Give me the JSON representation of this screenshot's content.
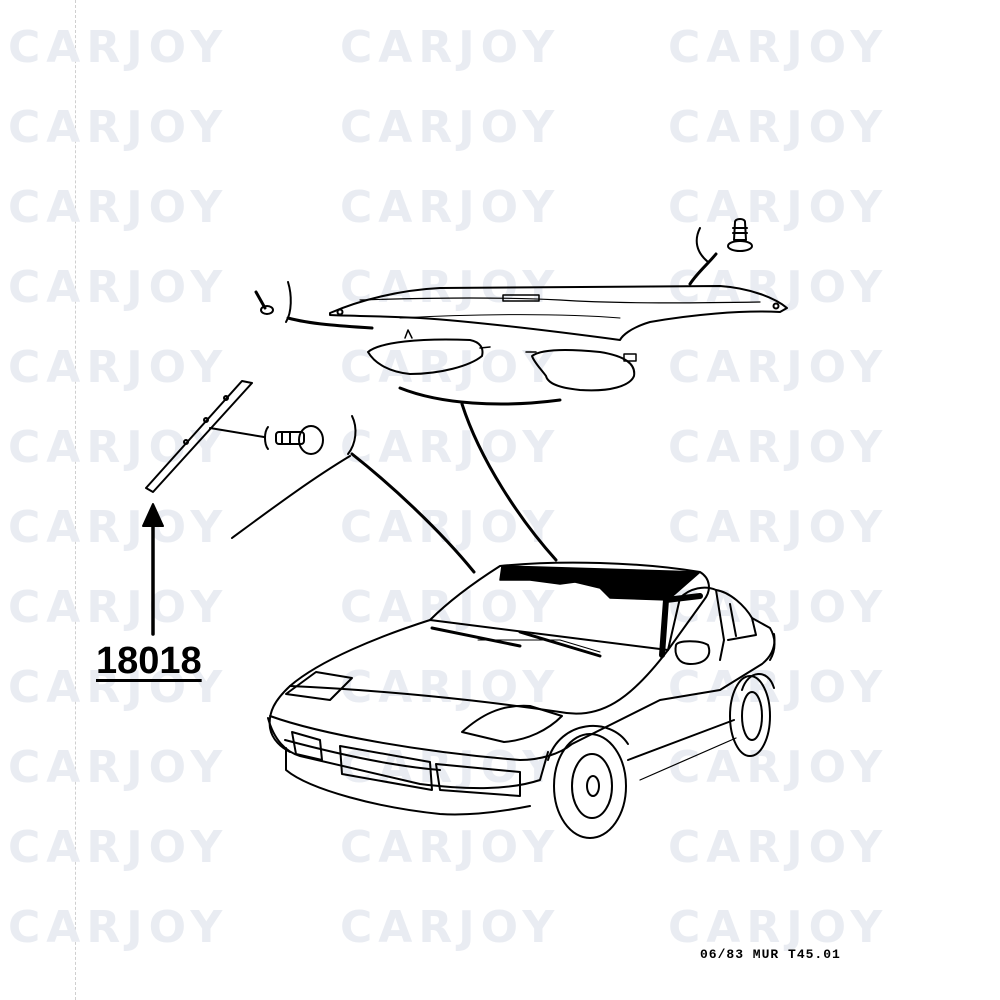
{
  "watermark": {
    "text": "CARJOY"
  },
  "callout": {
    "part_number": "18018"
  },
  "footer": {
    "reference": "06/83 MUR T45.01"
  },
  "parts": [
    {
      "name": "headliner"
    },
    {
      "name": "sun-visor-left"
    },
    {
      "name": "sun-visor-right"
    },
    {
      "name": "trim-strip"
    },
    {
      "name": "push-clip"
    },
    {
      "name": "screw"
    },
    {
      "name": "fastener-clip"
    }
  ]
}
